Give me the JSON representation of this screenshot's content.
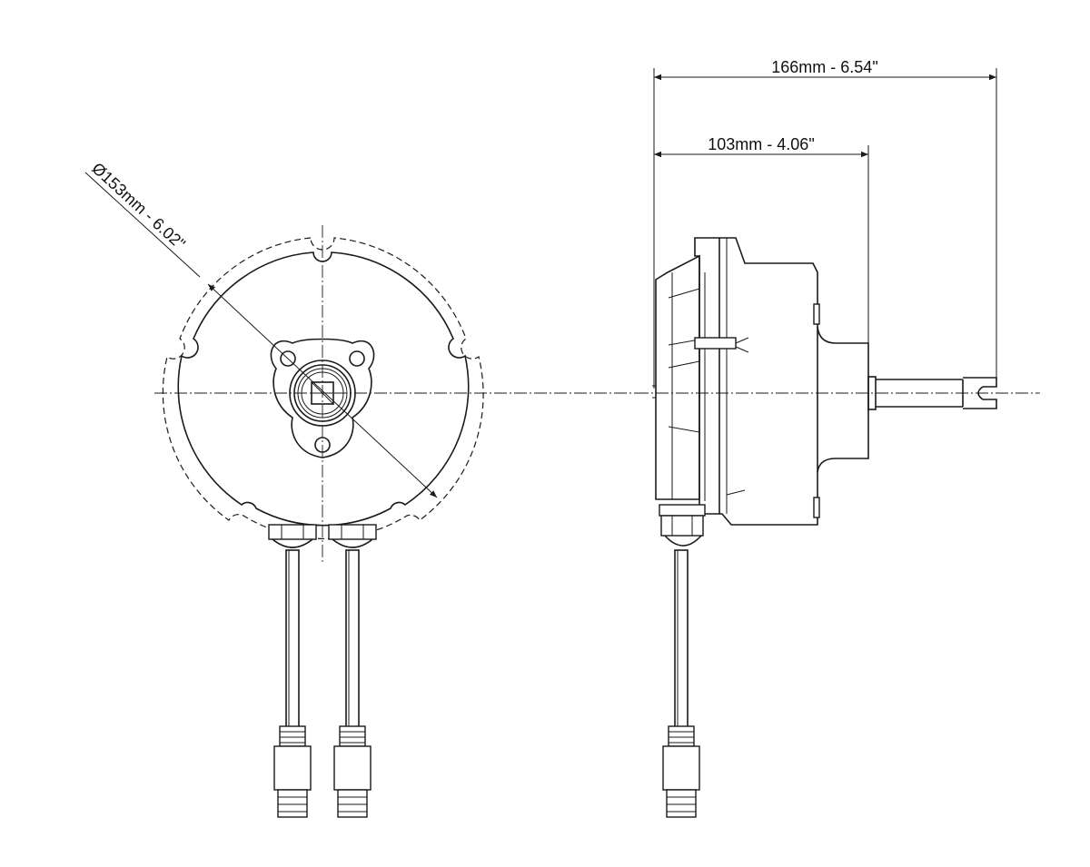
{
  "dimensions": {
    "diameter": "Ø153mm - 6.02\"",
    "overall_length": "166mm - 6.54\"",
    "body_length": "103mm - 4.06\""
  },
  "colors": {
    "line": "#1a1a1a",
    "background": "#ffffff"
  }
}
